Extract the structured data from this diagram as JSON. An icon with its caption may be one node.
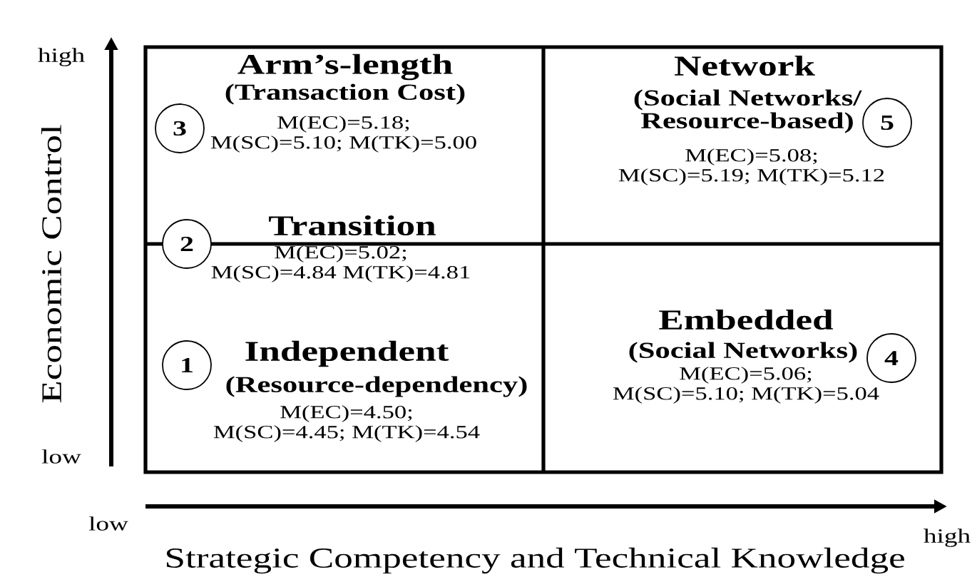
{
  "diagram": {
    "nodes": [
      {
        "text": [
          "3"
        ]
      },
      {
        "text": [
          "5"
        ]
      },
      {
        "text": [
          "2"
        ]
      },
      {
        "text": [
          "1"
        ]
      },
      {
        "text": [
          "4"
        ]
      }
    ],
    "labels": [
      "high",
      "Arm’s-length",
      "(Transaction Cost)",
      "M(EC)=5.18; M(SC)=5.10; M(TK)=5.00",
      "Network",
      "(Social Networks/ Resource-based)",
      "M(EC)=5.08; M(SC)=5.19; M(TK)=5.12",
      "Economic Control",
      "Transition",
      "M(EC)=5.02; M(SC)=4.84 M(TK)=4.81",
      "Independent",
      "(Resource-dependency)",
      "M(EC)=4.50; M(SC)=4.45; M(TK)=4.54",
      "Embedded",
      "(Social Networks)",
      "M(EC)=5.06; M(SC)=5.10; M(TK)=5.04",
      "low",
      "low",
      "high",
      "Strategic Competency and Technical Knowledge"
    ]
  }
}
